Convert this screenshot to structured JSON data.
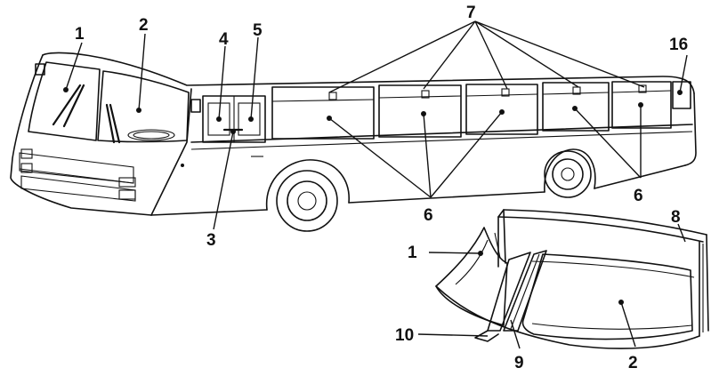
{
  "figure": {
    "callouts": {
      "c1_bus": "1",
      "c2_bus": "2",
      "c3": "3",
      "c4": "4",
      "c5": "5",
      "c6_left": "6",
      "c6_right": "6",
      "c7": "7",
      "c16": "16",
      "c1_detail": "1",
      "c8": "8",
      "c10": "10",
      "c9": "9",
      "c2_detail": "2"
    }
  },
  "colors": {
    "line": "#111111",
    "background": "#ffffff"
  }
}
